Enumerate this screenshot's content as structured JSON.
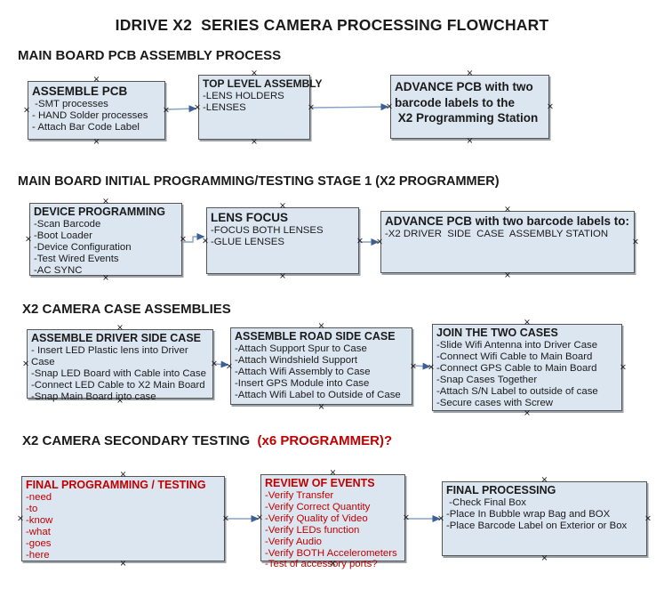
{
  "title": "IDRIVE X2  SERIES CAMERA PROCESSING FLOWCHART",
  "colors": {
    "box_fill": "#dce6f1",
    "box_border": "#565656",
    "arrow_line": "#8aa3c4",
    "arrow_head": "#3c5f96",
    "red_text": "#c00000",
    "black_text": "#1a1a1a"
  },
  "sections": [
    {
      "heading": "MAIN BOARD PCB ASSEMBLY PROCESS",
      "boxes": [
        {
          "title": "ASSEMBLE PCB",
          "body": [
            " -SMT processes",
            "- HAND Solder processes",
            "- Attach Bar Code Label"
          ]
        },
        {
          "title": "TOP LEVEL ASSEMBLY",
          "body": [
            "-LENS HOLDERS",
            "-LENSES"
          ]
        },
        {
          "title": "",
          "body": [
            "ADVANCE PCB with two",
            "barcode labels to the",
            " X2 Programming Station"
          ]
        }
      ]
    },
    {
      "heading": "MAIN BOARD INITIAL PROGRAMMING/TESTING STAGE 1 (X2 PROGRAMMER)",
      "boxes": [
        {
          "title": "DEVICE PROGRAMMING",
          "body": [
            "-Scan Barcode",
            "-Boot Loader",
            "-Device Configuration",
            "-Test Wired Events",
            "-AC SYNC"
          ]
        },
        {
          "title": "LENS FOCUS",
          "body": [
            "-FOCUS BOTH LENSES",
            "-GLUE LENSES"
          ]
        },
        {
          "title": "ADVANCE PCB with two barcode labels to:",
          "body": [
            "-X2 DRIVER  SIDE  CASE  ASSEMBLY STATION"
          ]
        }
      ]
    },
    {
      "heading": "X2 CAMERA CASE ASSEMBLIES",
      "boxes": [
        {
          "title": "ASSEMBLE DRIVER SIDE CASE",
          "body": [
            "- Insert LED Plastic lens into Driver Case",
            "-Snap LED Board with Cable into Case",
            "-Connect LED Cable to X2 Main Board",
            "-Snap Main Board into case"
          ]
        },
        {
          "title": "ASSEMBLE ROAD SIDE CASE",
          "body": [
            "-Attach Support Spur to Case",
            "-Attach Windshield Support",
            "-Attach Wifi Assembly to Case",
            "-Insert GPS Module into Case",
            "-Attach Wifi Label to Outside of Case"
          ]
        },
        {
          "title": "JOIN THE TWO CASES",
          "body": [
            "-Slide Wifi Antenna into Driver Case",
            "-Connect Wifi Cable to Main Board",
            "-Connect GPS Cable to Main Board",
            "-Snap Cases Together",
            "-Attach S/N Label to outside of case",
            "-Secure cases with Screw"
          ]
        }
      ]
    },
    {
      "heading": "X2 CAMERA SECONDARY TESTING ",
      "heading_red": " (x6 PROGRAMMER)?",
      "boxes": [
        {
          "title": "FINAL PROGRAMMING / TESTING",
          "body": [
            "-need",
            "-to",
            "-know",
            "-what",
            "-goes",
            "-here"
          ]
        },
        {
          "title": "REVIEW OF EVENTS",
          "body": [
            "-Verify Transfer",
            "-Verify Correct Quantity",
            "-Verify Quality of Video",
            "-Verify LEDs function",
            "-Verify Audio",
            "-Verify BOTH Accelerometers",
            "-Test of accessory ports?"
          ]
        },
        {
          "title": "FINAL PROCESSING",
          "body": [
            " -Check Final Box",
            "-Place In Bubble wrap Bag and BOX",
            "-Place Barcode Label on Exterior or Box"
          ]
        }
      ]
    }
  ]
}
